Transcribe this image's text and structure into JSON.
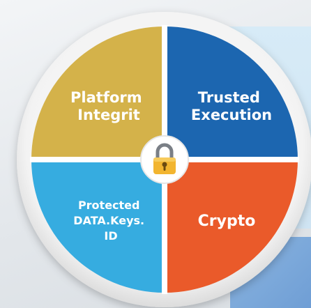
{
  "quadrants": [
    {
      "id": "platform-integrity",
      "lines": [
        "Platform",
        "Integrit"
      ],
      "color": "#d4b24a"
    },
    {
      "id": "trusted-execution",
      "lines": [
        "Trusted",
        "Execution"
      ],
      "color": "#1c66b0"
    },
    {
      "id": "protected-data",
      "lines": [
        "Protected",
        "DATA.Keys.",
        "ID"
      ],
      "color": "#36ace0"
    },
    {
      "id": "crypto",
      "lines": [
        "Crypto"
      ],
      "color": "#ea5a2a"
    }
  ],
  "center_icon": "padlock-icon",
  "colors": {
    "ring": "#f4f4f4",
    "lock_body": "#f2b530",
    "lock_shackle": "#7a7f86"
  }
}
